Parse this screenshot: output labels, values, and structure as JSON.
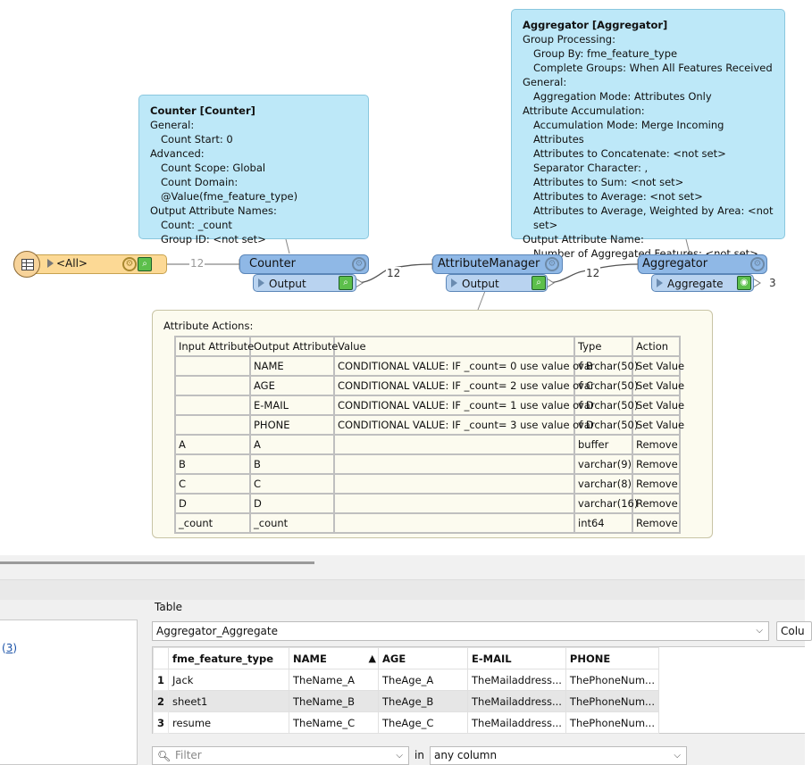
{
  "counter_tip": {
    "title": "Counter [Counter]",
    "lines": [
      {
        "text": "General:",
        "indent": 0
      },
      {
        "text": "Count Start: 0",
        "indent": 1
      },
      {
        "text": "Advanced:",
        "indent": 0
      },
      {
        "text": "Count Scope: Global",
        "indent": 1
      },
      {
        "text": "Count Domain: @Value(fme_feature_type)",
        "indent": 1
      },
      {
        "text": "Output Attribute Names:",
        "indent": 0
      },
      {
        "text": "Count: _count",
        "indent": 1
      },
      {
        "text": "Group ID: <not set>",
        "indent": 1
      }
    ]
  },
  "aggregator_tip": {
    "title": "Aggregator [Aggregator]",
    "lines": [
      {
        "text": "Group Processing:",
        "indent": 0
      },
      {
        "text": "Group By: fme_feature_type",
        "indent": 1
      },
      {
        "text": "Complete Groups: When All Features Received",
        "indent": 1
      },
      {
        "text": "General:",
        "indent": 0
      },
      {
        "text": "Aggregation Mode: Attributes Only",
        "indent": 1
      },
      {
        "text": "Attribute Accumulation:",
        "indent": 0
      },
      {
        "text": "Accumulation Mode: Merge Incoming Attributes",
        "indent": 1
      },
      {
        "text": "Attributes to Concatenate: <not set>",
        "indent": 1
      },
      {
        "text": "Separator Character: ,",
        "indent": 1
      },
      {
        "text": "Attributes to Sum: <not set>",
        "indent": 1
      },
      {
        "text": "Attributes to Average: <not set>",
        "indent": 1
      },
      {
        "text": "Attributes to Average, Weighted by Area: <not set>",
        "indent": 1
      },
      {
        "text": "Output Attribute Name:",
        "indent": 0
      },
      {
        "text": "Number of Aggregated Features: <not set>",
        "indent": 1
      }
    ]
  },
  "workflow": {
    "reader_label": "<All>",
    "counter": {
      "name": "Counter",
      "port": "Output"
    },
    "attribute_manager": {
      "name": "AttributeManager",
      "port": "Output"
    },
    "aggregator": {
      "name": "Aggregator",
      "port": "Aggregate"
    },
    "counts": {
      "reader_to_counter": "12",
      "counter_to_am": "12",
      "am_to_agg": "12",
      "agg_out": "3"
    }
  },
  "attribute_actions": {
    "heading": "Attribute Actions:",
    "columns": [
      "Input Attribute",
      "Output Attribute",
      "Value",
      "Type",
      "Action"
    ],
    "rows": [
      [
        "",
        "NAME",
        "CONDITIONAL VALUE: IF _count= 0 use value of B",
        "varchar(50)",
        "Set Value"
      ],
      [
        "",
        "AGE",
        "CONDITIONAL VALUE: IF _count= 2 use value of C",
        "varchar(50)",
        "Set Value"
      ],
      [
        "",
        "E-MAIL",
        "CONDITIONAL VALUE: IF _count= 1 use value of D",
        "varchar(50)",
        "Set Value"
      ],
      [
        "",
        "PHONE",
        "CONDITIONAL VALUE: IF _count= 3 use value of D",
        "varchar(50)",
        "Set Value"
      ],
      [
        "A",
        "A",
        "",
        "buffer",
        "Remove"
      ],
      [
        "B",
        "B",
        "",
        "varchar(9)",
        "Remove"
      ],
      [
        "C",
        "C",
        "",
        "varchar(8)",
        "Remove"
      ],
      [
        "D",
        "D",
        "",
        "varchar(16)",
        "Remove"
      ],
      [
        "_count",
        "_count",
        "",
        "int64",
        "Remove"
      ]
    ]
  },
  "left_pane": {
    "link_prefix": "(",
    "link_text": "3",
    "link_suffix": ")"
  },
  "table_view": {
    "label": "Table",
    "selected_table": "Aggregator_Aggregate",
    "columns_button": "Colu",
    "columns": [
      "fme_feature_type",
      "NAME",
      "AGE",
      "E-MAIL",
      "PHONE"
    ],
    "sorted_column_marker": "▲",
    "rows": [
      {
        "n": "1",
        "cells": [
          "Jack",
          "TheName_A",
          "TheAge_A",
          "TheMailaddress...",
          "ThePhoneNum..."
        ]
      },
      {
        "n": "2",
        "cells": [
          "sheet1",
          "TheName_B",
          "TheAge_B",
          "TheMailaddress...",
          "ThePhoneNum..."
        ]
      },
      {
        "n": "3",
        "cells": [
          "resume",
          "TheName_C",
          "TheAge_C",
          "TheMailaddress...",
          "ThePhoneNum..."
        ]
      }
    ],
    "selected_row": 1,
    "filter_placeholder": "Filter",
    "in_label": "in",
    "column_scope": "any column"
  }
}
